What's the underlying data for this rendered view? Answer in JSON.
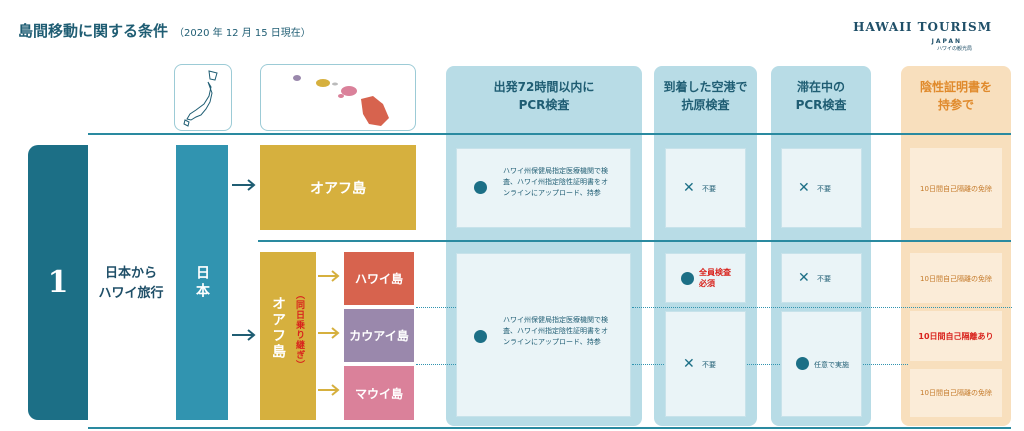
{
  "header": {
    "title": "島間移動に関する条件",
    "date": "（2020 年 12 月 15 日現在）",
    "logo": "HAWAII TOURISM",
    "logo_sub": "JAPAN",
    "logo_sub2": "ハワイの観光局"
  },
  "columns": {
    "pcr72_line1": "出発72時間以内に",
    "pcr72_line2": "PCR検査",
    "arrival_line1": "到着した空港で",
    "arrival_line2": "抗原検査",
    "stay_line1": "滞在中の",
    "stay_line2": "PCR検査",
    "negative_line1": "陰性証明書を",
    "negative_line2": "持参で"
  },
  "row": {
    "number": "1",
    "label_line1": "日本から",
    "label_line2": "ハワイ旅行",
    "origin": "日本",
    "oahu_direct": "オアフ島",
    "oahu_transfer": "オアフ島",
    "transfer_note": "（同日乗り継ぎ）",
    "dest_hawaii": "ハワイ島",
    "dest_kauai": "カウアイ島",
    "dest_maui": "マウイ島"
  },
  "cells": {
    "pcr_desc": "ハワイ州保健局指定医療機関で検査、ハワイ州指定陰性証明書をオンラインにアップロード、持参",
    "not_required": "不要",
    "all_test_line1": "全員検査",
    "all_test_line2": "必須",
    "optional": "任意で実施",
    "quarantine_exempt": "10日間自己隔離の免除",
    "quarantine_required": "10日間自己隔離あり"
  },
  "colors": {
    "teal_dark": "#1c6f86",
    "teal": "#3194b0",
    "gold": "#d6b03e",
    "red": "#d7634e",
    "purple": "#9a88ac",
    "pink": "#da819a",
    "col_blue": "#b8dce6",
    "col_orange": "#f8dfbd",
    "alert_red": "#d9231d"
  }
}
